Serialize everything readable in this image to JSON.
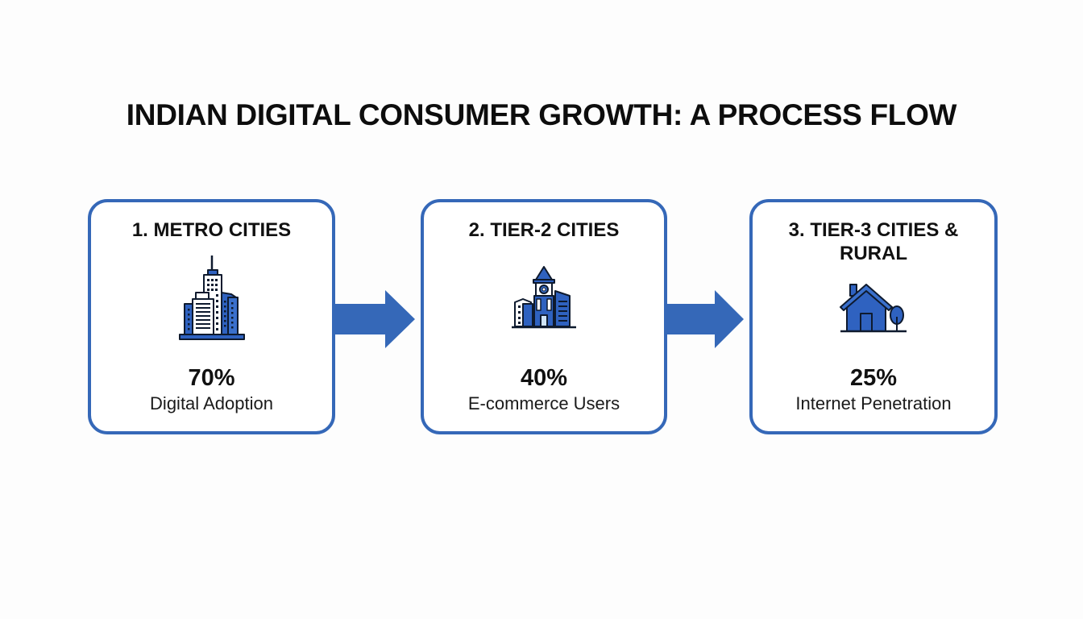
{
  "title": "INDIAN DIGITAL CONSUMER GROWTH: A PROCESS FLOW",
  "colors": {
    "accent": "#3568b8",
    "icon_fill": "#2f62c0",
    "icon_light": "#e8f0fb",
    "outline": "#0e1a2e",
    "text": "#111111",
    "background": "#fdfdfd"
  },
  "steps": [
    {
      "title": "1. METRO CITIES",
      "icon": "city-skyscrapers-icon",
      "value": "70%",
      "label": "Digital Adoption"
    },
    {
      "title": "2. TIER-2 CITIES",
      "icon": "clock-tower-town-icon",
      "value": "40%",
      "label": "E-commerce Users"
    },
    {
      "title": "3. TIER-3 CITIES & RURAL",
      "icon": "house-with-tree-icon",
      "value": "25%",
      "label": "Internet Penetration"
    }
  ],
  "connectors": [
    {
      "icon": "right-arrow-icon",
      "from": 1,
      "to": 2
    },
    {
      "icon": "right-arrow-icon",
      "from": 2,
      "to": 3
    }
  ]
}
